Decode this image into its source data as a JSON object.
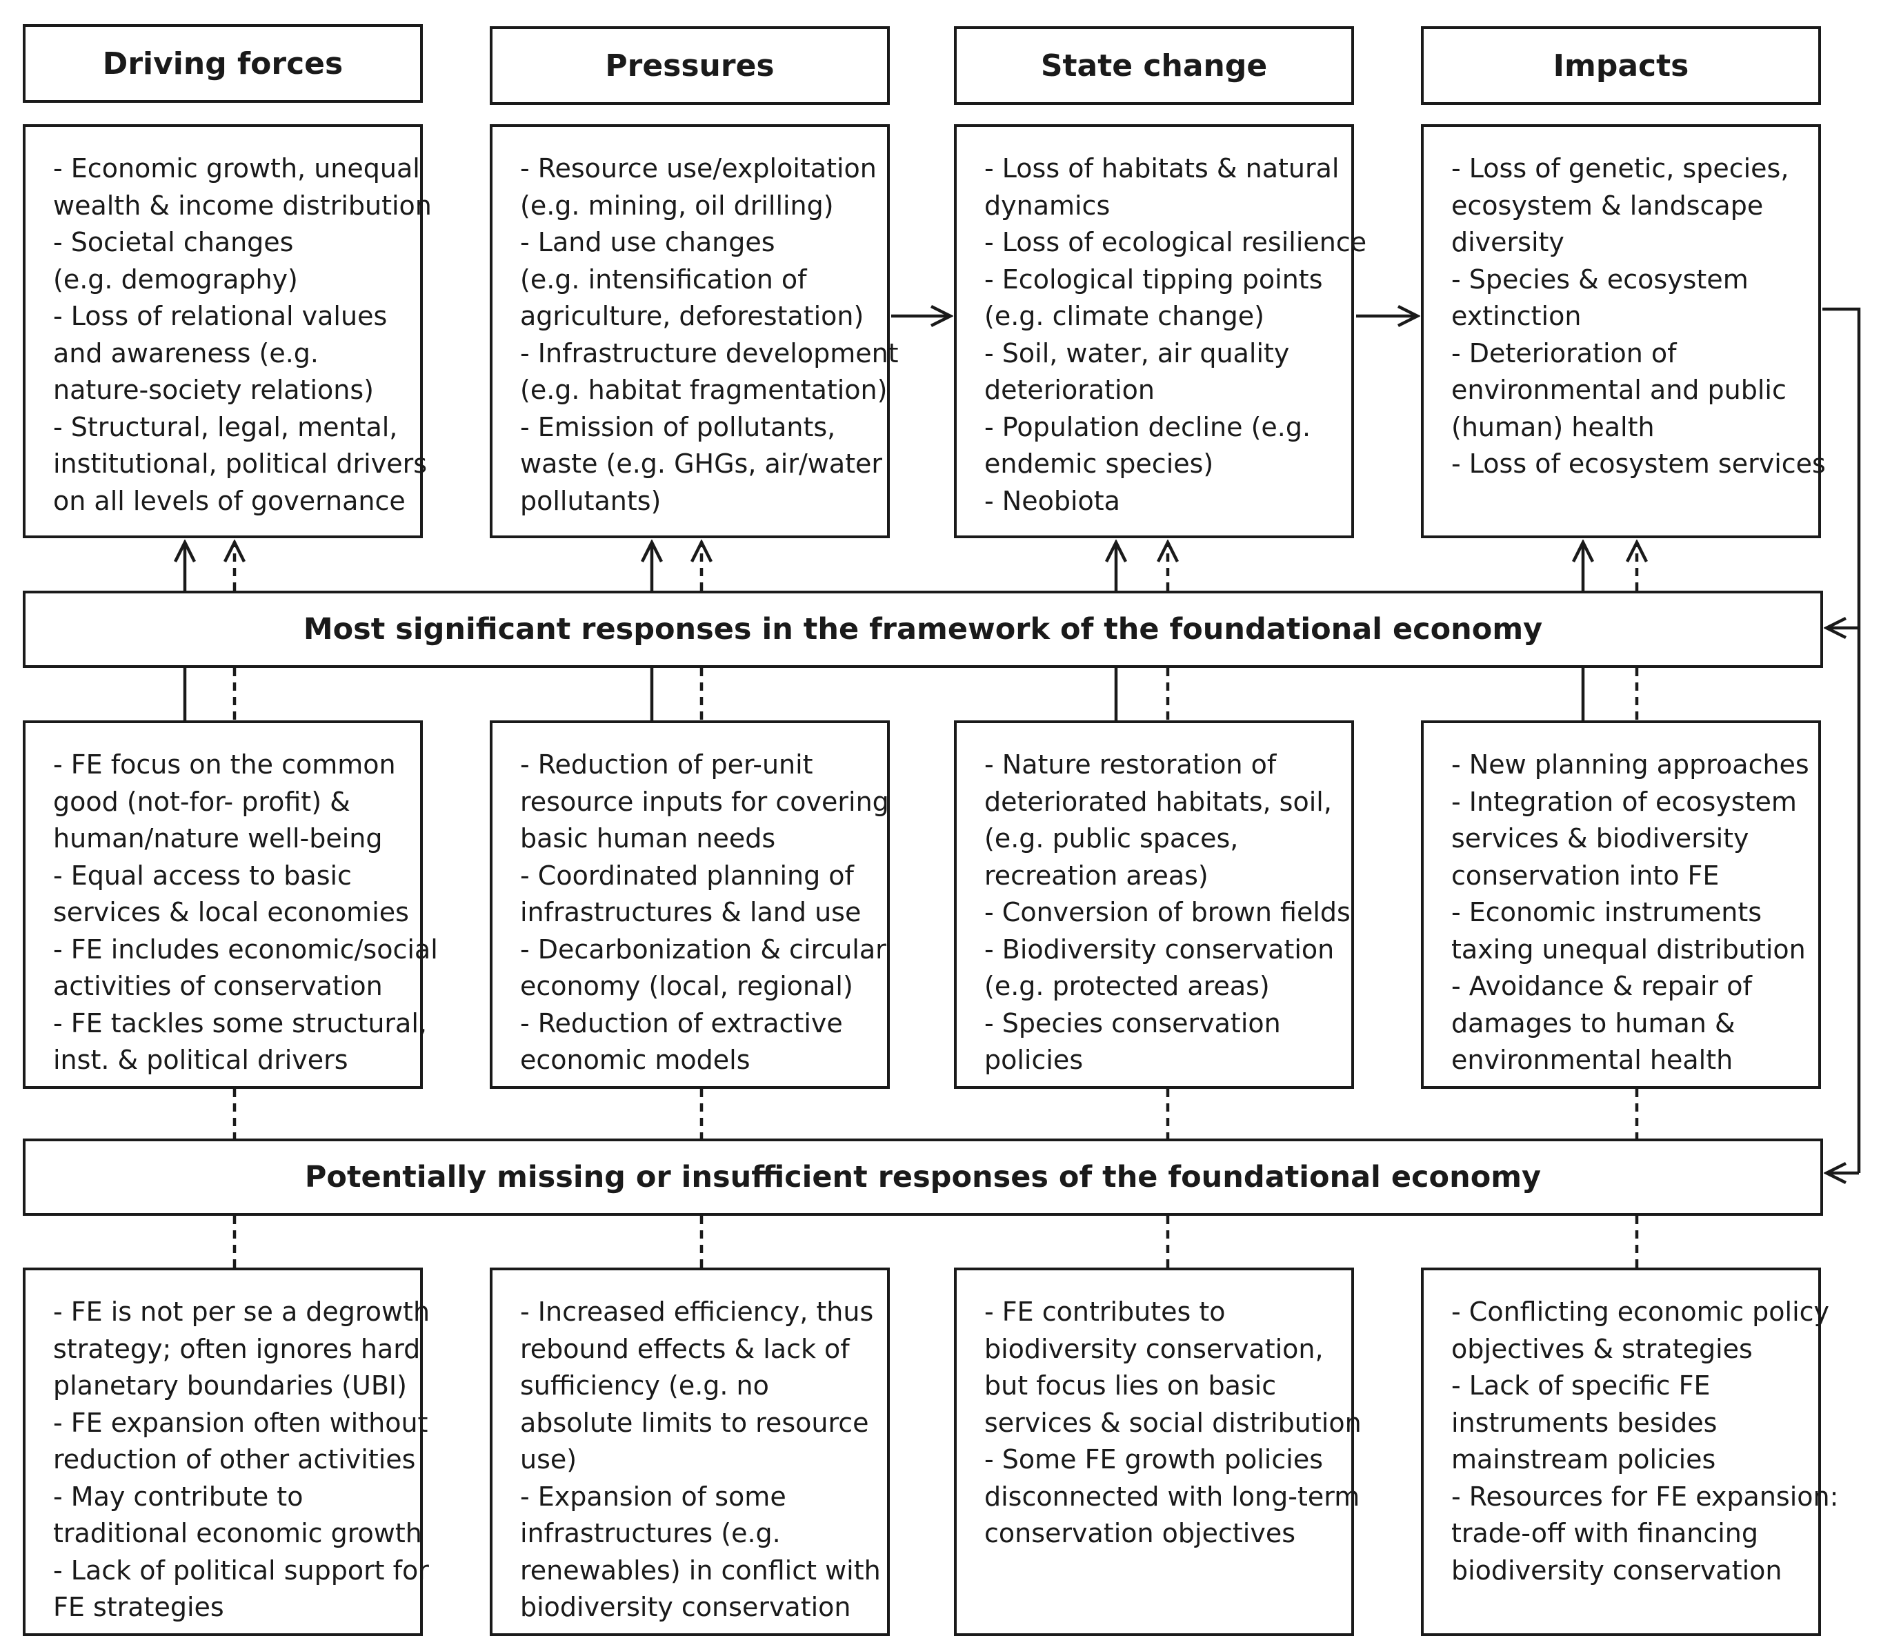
{
  "headers": [
    "Driving forces",
    "Pressures",
    "State change",
    "Impacts"
  ],
  "top_boxes": [
    [
      "- Economic growth, unequal",
      "wealth & income distribution",
      "- Societal changes",
      "(e.g. demography)",
      "- Loss of relational values",
      "and awareness (e.g.",
      "nature-society relations)",
      "- Structural, legal, mental,",
      "institutional, political drivers",
      "on all levels of governance"
    ],
    [
      "- Resource use/exploitation",
      "(e.g. mining, oil drilling)",
      "- Land use changes",
      "(e.g. intensification of",
      "agriculture, deforestation)",
      "- Infrastructure development",
      "(e.g. habitat fragmentation)",
      "- Emission of pollutants,",
      "waste (e.g. GHGs, air/water",
      "pollutants)"
    ],
    [
      "- Loss of habitats & natural",
      "dynamics",
      "- Loss of ecological resilience",
      "- Ecological tipping points",
      "(e.g. climate change)",
      "- Soil, water, air quality",
      "deterioration",
      "- Population decline (e.g.",
      "endemic species)",
      "- Neobiota"
    ],
    [
      "- Loss of genetic, species,",
      "ecosystem & landscape",
      "diversity",
      "- Species & ecosystem",
      "extinction",
      "- Deterioration of",
      "environmental and public",
      "(human) health",
      "- Loss of ecosystem services"
    ]
  ],
  "band1": "Most significant responses in the framework of the foundational economy",
  "middle_boxes": [
    [
      "- FE focus on the common",
      "good (not-for- profit) &",
      "human/nature well-being",
      "- Equal access to basic",
      "services & local economies",
      "- FE includes economic/social",
      "activities of conservation",
      "- FE tackles some structural,",
      "inst. & political drivers"
    ],
    [
      "- Reduction of per-unit",
      "resource inputs for covering",
      "basic human needs",
      "- Coordinated planning of",
      "infrastructures & land use",
      "- Decarbonization & circular",
      "economy (local, regional)",
      "- Reduction of extractive",
      "economic models"
    ],
    [
      "- Nature restoration of",
      "deteriorated habitats, soil,",
      "(e.g. public spaces,",
      "recreation areas)",
      "- Conversion of brown fields",
      "- Biodiversity conservation",
      "(e.g. protected areas)",
      "- Species conservation",
      "policies"
    ],
    [
      "- New planning approaches",
      "- Integration of ecosystem",
      "services & biodiversity",
      "conservation into FE",
      "- Economic instruments",
      "taxing unequal distribution",
      "- Avoidance & repair of",
      "damages to human &",
      "environmental health"
    ]
  ],
  "band2": "Potentially missing or insufficient responses of the foundational economy",
  "bottom_boxes": [
    [
      "- FE is not per se a degrowth",
      "strategy; often ignores hard",
      "planetary boundaries (UBI)",
      "- FE expansion often without",
      "reduction of other activities",
      "- May contribute to",
      "traditional economic growth",
      "- Lack of political support for",
      "FE strategies"
    ],
    [
      "- Increased efficiency, thus",
      "rebound effects & lack of",
      "sufficiency (e.g. no",
      "absolute limits to resource",
      "use)",
      "- Expansion of some",
      "infrastructures (e.g.",
      "renewables) in conflict with",
      "biodiversity conservation"
    ],
    [
      "- FE contributes to",
      "biodiversity conservation,",
      "but focus lies on basic",
      "services & social distribution",
      "- Some FE growth policies",
      "disconnected with long-term",
      "conservation objectives"
    ],
    [
      "- Conflicting economic policy",
      "objectives & strategies",
      "- Lack of specific FE",
      "instruments besides",
      "mainstream policies",
      "- Resources for FE expansion:",
      "trade-off with financing",
      "biodiversity conservation"
    ]
  ]
}
